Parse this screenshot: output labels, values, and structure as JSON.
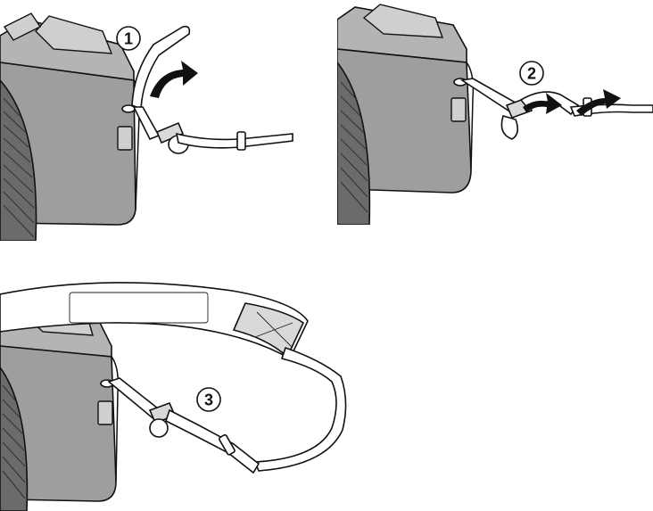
{
  "steps": [
    {
      "number": "1"
    },
    {
      "number": "2"
    },
    {
      "number": "3"
    }
  ],
  "colors": {
    "camera_body": "#9e9e9e",
    "camera_top": "#b4b4b4",
    "outline": "#111111",
    "strap": "#ffffff"
  },
  "icons": [
    "curved-arrow-icon",
    "strap-eyelet-icon",
    "lens-ridges-icon"
  ]
}
